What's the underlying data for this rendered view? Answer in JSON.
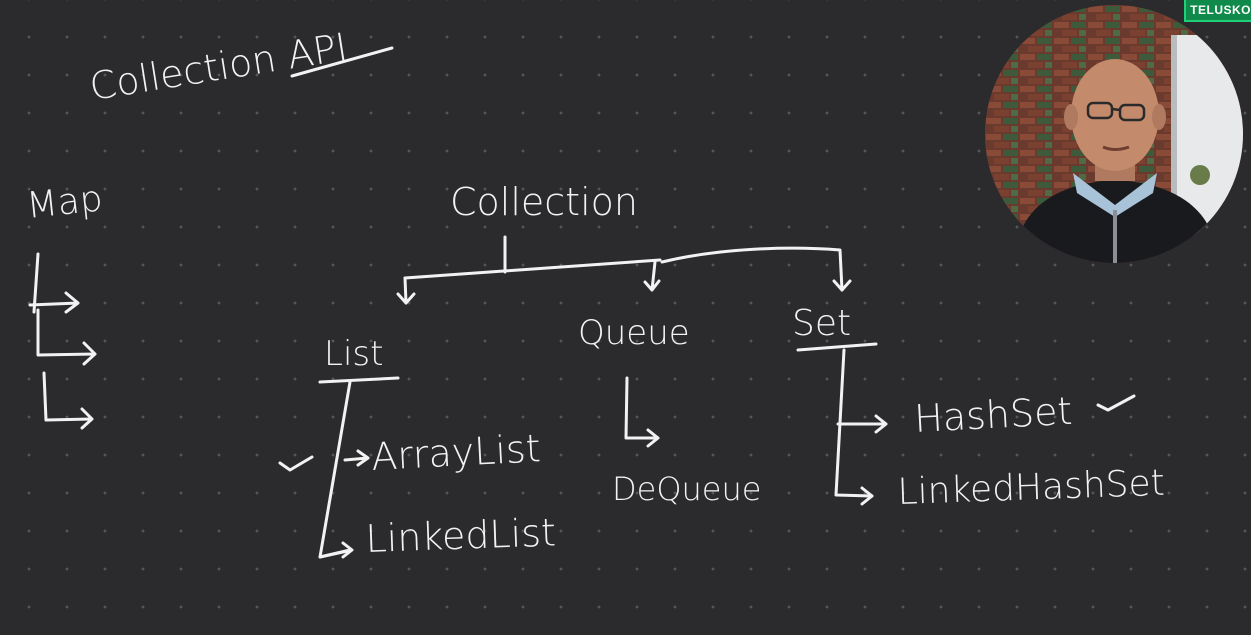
{
  "board": {
    "title": "Collection API",
    "map_label": "Map",
    "root_label": "Collection",
    "list_label": "List",
    "queue_label": "Queue",
    "set_label": "Set",
    "list_children": [
      "ArrayList",
      "LinkedList"
    ],
    "queue_children": [
      "DeQueue"
    ],
    "set_children": [
      "HashSet",
      "LinkedHashSet"
    ]
  },
  "video": {
    "brand_text": "TELUSKO",
    "brand_color": "#0f8a4a"
  }
}
